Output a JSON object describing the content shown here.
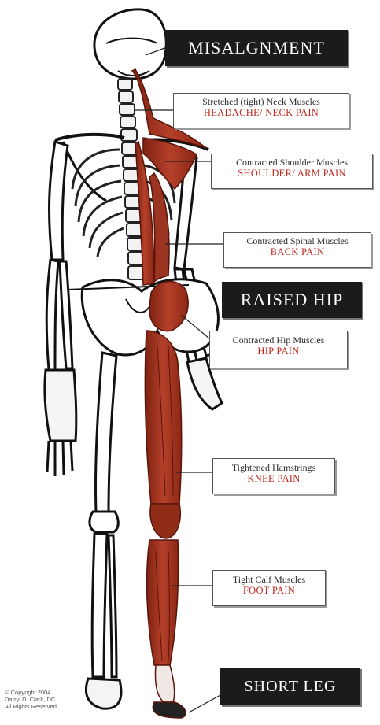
{
  "banners": {
    "misalignment": "MISALGNMENT",
    "raised_hip": "RAISED HIP",
    "short_leg": "SHORT LEG"
  },
  "callouts": [
    {
      "line1": "Stretched (tight) Neck Muscles",
      "line2": "HEADACHE/ NECK PAIN"
    },
    {
      "line1": "Contracted Shoulder Muscles",
      "line2": "SHOULDER/ ARM PAIN"
    },
    {
      "line1": "Contracted Spinal Muscles",
      "line2": "BACK PAIN"
    },
    {
      "line1": "Contracted Hip Muscles",
      "line2": "HIP PAIN"
    },
    {
      "line1": "Tightened Hamstrings",
      "line2": "KNEE PAIN"
    },
    {
      "line1": "Tight Calf Muscles",
      "line2": "FOOT PAIN"
    }
  ],
  "copyright": [
    "© Copyright 2004",
    "Darryl D. Clark, DC",
    "All Rights Reserved"
  ],
  "colors": {
    "muscle": "#a8321c",
    "muscle_dark": "#7a1f10",
    "pain_text": "#c0271d",
    "banner_bg": "#1b1b1b"
  }
}
